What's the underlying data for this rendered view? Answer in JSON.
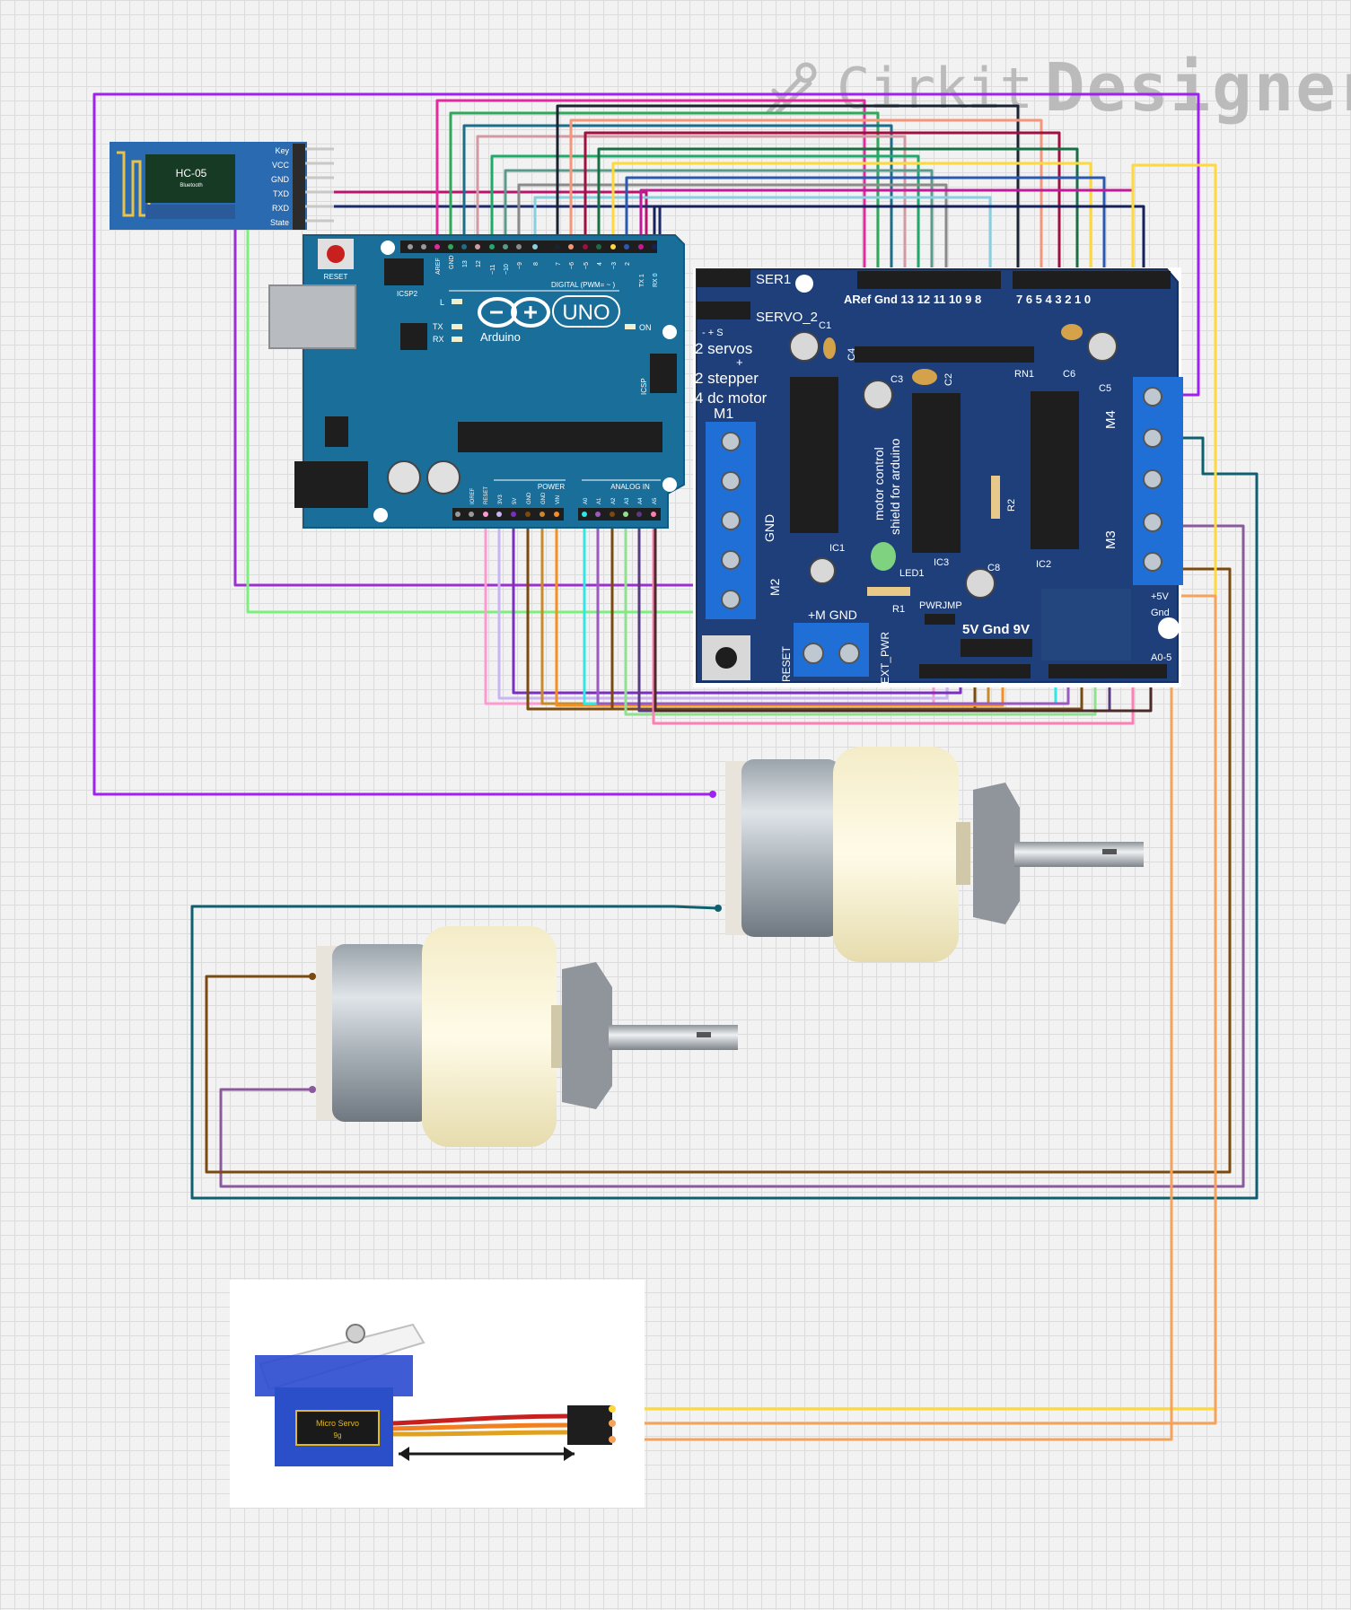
{
  "watermark": {
    "brand": "Cirkit",
    "product": "Designer"
  },
  "hc05": {
    "model": "HC-05",
    "sub": "Bluetooth",
    "pins": [
      "Key",
      "VCC",
      "GND",
      "TXD",
      "RXD",
      "State"
    ]
  },
  "arduino": {
    "logo_text": "UNO",
    "brand": "Arduino",
    "reset_label": "RESET",
    "icsp2": "ICSP2",
    "icsp": "ICSP",
    "l": "L",
    "tx": "TX",
    "rx": "RX",
    "on": "ON",
    "digital_label": "DIGITAL (PWM= ~ )",
    "top_pins": [
      "AREF",
      "GND",
      "13",
      "12",
      "~11",
      "~10",
      "~9",
      "8",
      "7",
      "~6",
      "~5",
      "4",
      "~3",
      "2",
      "TX 1",
      "RX 0"
    ],
    "power_label": "POWER",
    "analog_label": "ANALOG IN",
    "power_pins": [
      "IOREF",
      "RESET",
      "3V3",
      "5V",
      "GND",
      "GND",
      "VIN"
    ],
    "analog_pins": [
      "A0",
      "A1",
      "A2",
      "A3",
      "A4",
      "A5"
    ]
  },
  "shield": {
    "ser1": "SER1",
    "servo2": "SERVO_2",
    "servo_pin_marks": "-  +  S",
    "features": [
      "2  servos",
      "+",
      "2  stepper",
      "4  dc motor"
    ],
    "m1": "M1",
    "m4": "M4",
    "m3": "M3",
    "m2": "M2",
    "gnd_side": "GND",
    "top_pins": "ARef Gnd 13  12  11  10  9  8",
    "top_pins_right": "7   6   5   4   3   2   1   0",
    "chip_labels": [
      "IC1",
      "IC3",
      "IC2"
    ],
    "caps": [
      "C1",
      "C3",
      "C2",
      "C6",
      "C5",
      "C8",
      "C4"
    ],
    "rn1": "RN1",
    "r1": "R1",
    "r2": "R2",
    "led1": "LED1",
    "motor_text_1": "motor control",
    "motor_text_2": "shield for arduino",
    "power_terms": "+M  GND",
    "pwrjmp": "PWRJMP",
    "ext_pwr": "EXT_PWR",
    "reset": "RESET",
    "v5gnd9v": "5V Gnd 9V",
    "plus5v": "+5V",
    "gnd": "Gnd",
    "a05": "A0-5"
  },
  "servo": {
    "label": "Micro Servo",
    "sub": "9g"
  },
  "colors": {
    "purple_bright": "#a020f0",
    "purple": "#7b2fbe",
    "teal": "#0e6070",
    "brown": "#7a4a10",
    "lavender": "#8a5a9c",
    "yellow": "#ffd83a",
    "orange": "#f5a35a",
    "pink": "#ff7eb3",
    "green": "#7cf07c",
    "board_blue": "#1a6e9a",
    "shield_blue": "#1f3f7a",
    "terminal_blue": "#1f6fd6"
  }
}
